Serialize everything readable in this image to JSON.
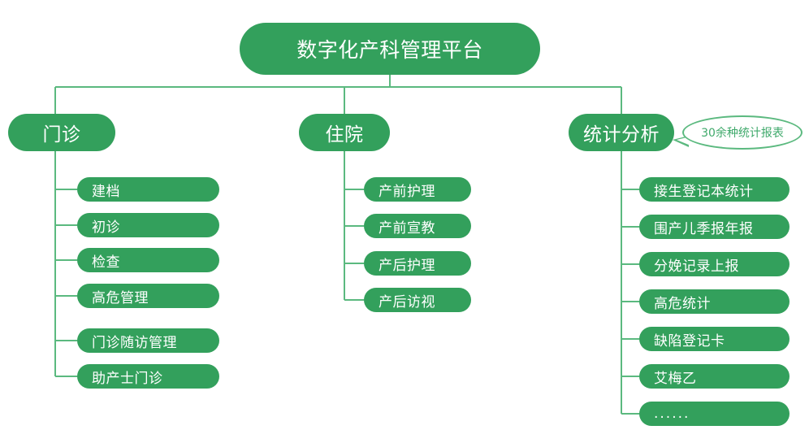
{
  "diagram": {
    "title": "数字化产科管理平台",
    "accent_color": "#33a05c",
    "line_color": "#5bb97f",
    "callout": {
      "text": "30余种统计报表"
    },
    "branches": [
      {
        "key": "outpatient",
        "label": "门诊",
        "leaves": [
          {
            "label": "建档"
          },
          {
            "label": "初诊"
          },
          {
            "label": "检查"
          },
          {
            "label": "高危管理"
          },
          {
            "label": "门诊随访管理"
          },
          {
            "label": "助产士门诊"
          }
        ]
      },
      {
        "key": "inpatient",
        "label": "住院",
        "leaves": [
          {
            "label": "产前护理"
          },
          {
            "label": "产前宣教"
          },
          {
            "label": "产后护理"
          },
          {
            "label": "产后访视"
          }
        ]
      },
      {
        "key": "stats",
        "label": "统计分析",
        "leaves": [
          {
            "label": "接生登记本统计"
          },
          {
            "label": "围产儿季报年报"
          },
          {
            "label": "分娩记录上报"
          },
          {
            "label": "高危统计"
          },
          {
            "label": "缺陷登记卡"
          },
          {
            "label": "艾梅乙"
          },
          {
            "label": "......"
          }
        ]
      }
    ]
  }
}
